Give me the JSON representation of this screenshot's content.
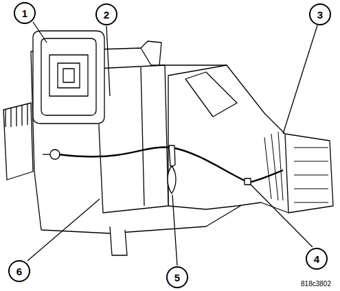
{
  "diagram": {
    "nodes": [
      {
        "text": [
          "1"
        ]
      },
      {
        "text": [
          "2"
        ]
      },
      {
        "text": [
          "3"
        ]
      },
      {
        "text": [
          "4"
        ]
      },
      {
        "text": [
          "5"
        ]
      },
      {
        "text": [
          "6"
        ]
      }
    ],
    "labels": [
      "818c3802"
    ]
  }
}
